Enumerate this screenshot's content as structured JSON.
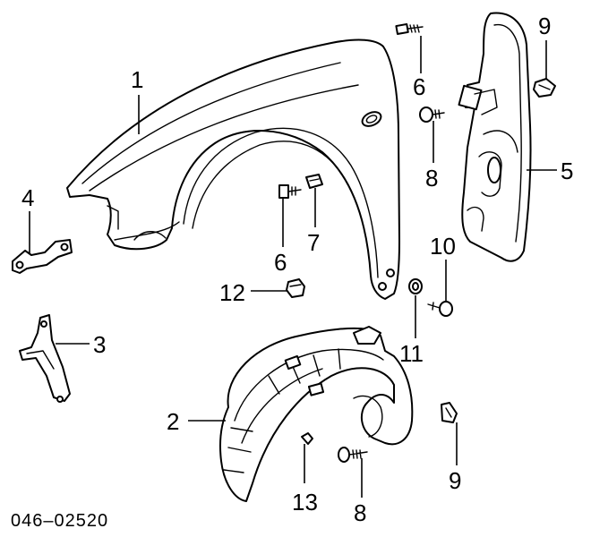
{
  "diagram": {
    "code": "046–02520",
    "callouts": [
      "1",
      "2",
      "3",
      "4",
      "5",
      "6",
      "6",
      "7",
      "8",
      "8",
      "9",
      "9",
      "10",
      "11",
      "12",
      "13"
    ],
    "parts": [
      {
        "id": "1",
        "name": "fender-panel"
      },
      {
        "id": "2",
        "name": "fender-liner"
      },
      {
        "id": "3",
        "name": "bracket"
      },
      {
        "id": "4",
        "name": "bracket"
      },
      {
        "id": "5",
        "name": "splash-shield"
      },
      {
        "id": "6",
        "name": "bolt"
      },
      {
        "id": "7",
        "name": "clip-nut"
      },
      {
        "id": "8",
        "name": "screw"
      },
      {
        "id": "9",
        "name": "clip"
      },
      {
        "id": "10",
        "name": "bolt"
      },
      {
        "id": "11",
        "name": "washer"
      },
      {
        "id": "12",
        "name": "clip"
      },
      {
        "id": "13",
        "name": "rivet"
      }
    ]
  }
}
